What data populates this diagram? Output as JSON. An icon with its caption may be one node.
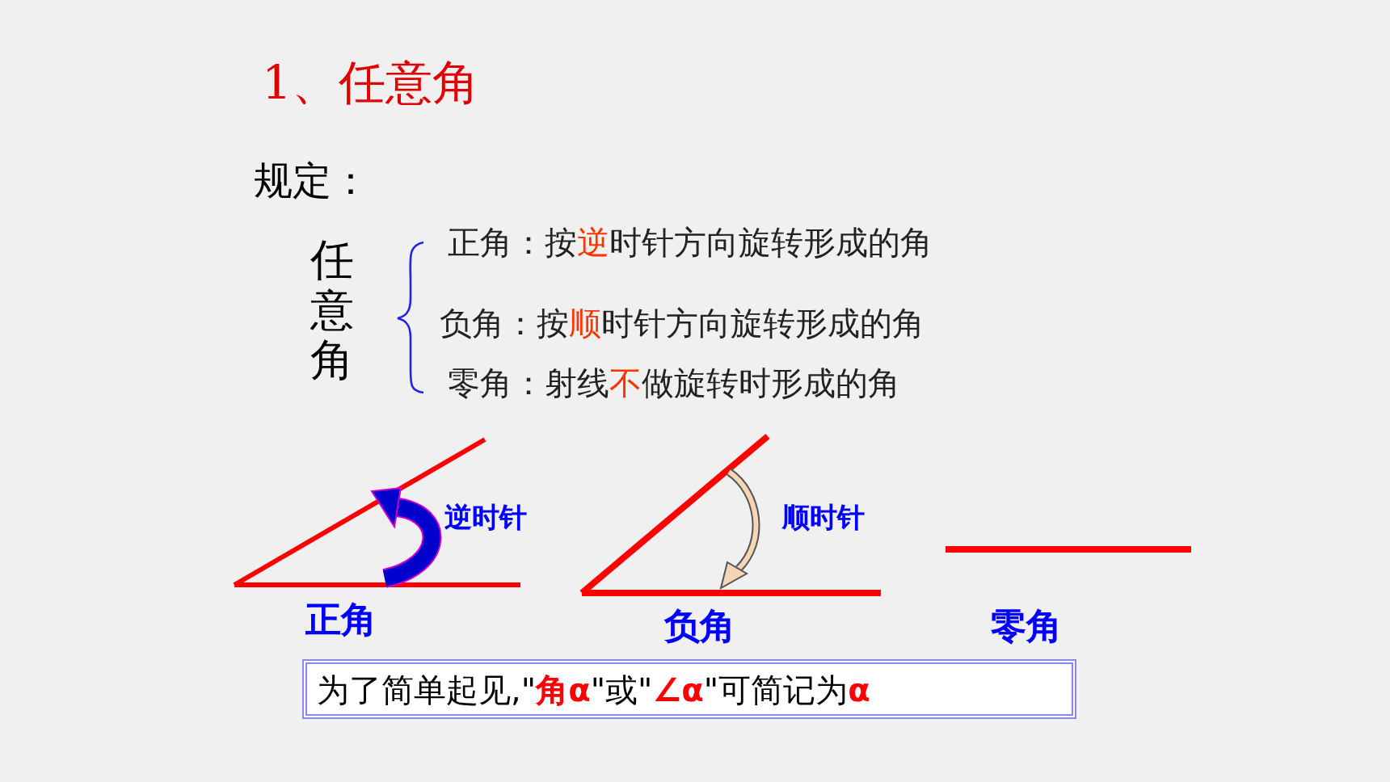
{
  "diagram": {
    "title": "1、任意角",
    "nodes": [
      {
        "text": [
          "为了简单起见,\"**角α**\"或\"**∠α**\"可简记为**α**"
        ]
      }
    ],
    "labels": [
      "规定：",
      "任意角",
      "正角：按逆时针方向旋转形成的角",
      "负角：按顺时针方向旋转形成的角",
      "零角：射线不做旋转时形成的角",
      "逆时针",
      "顺时针",
      "正角",
      "负角",
      "零角"
    ]
  }
}
